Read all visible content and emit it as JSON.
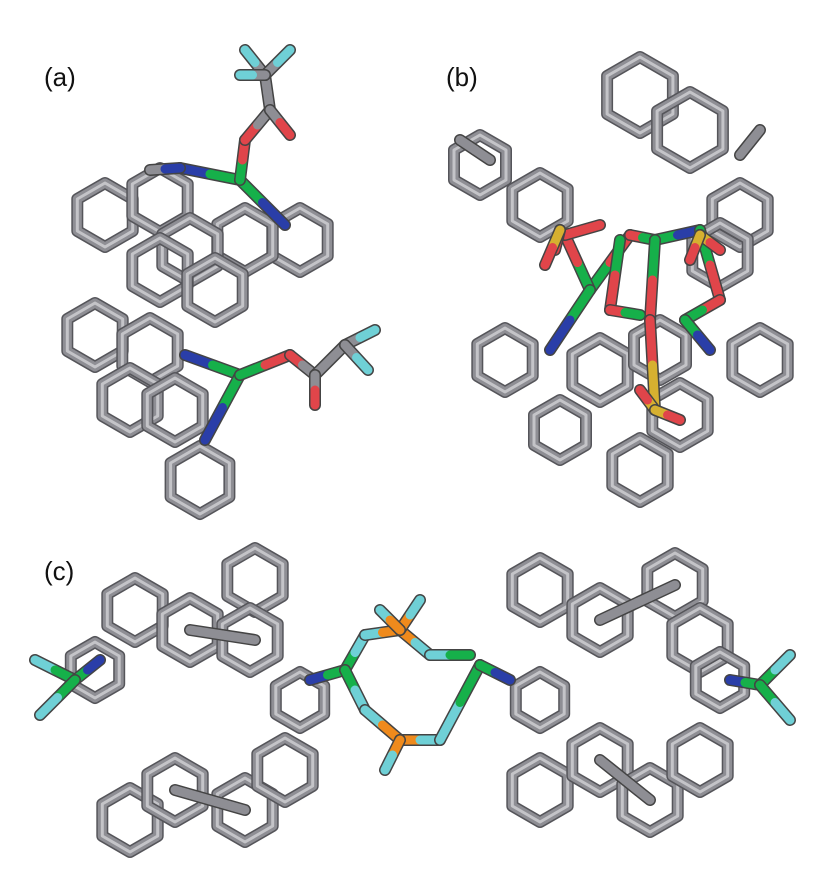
{
  "panels": [
    {
      "label": "(a)"
    },
    {
      "label": "(b)"
    },
    {
      "label": "(c)"
    }
  ],
  "atom_colors": {
    "carbon": "#8e8e94",
    "carbon_highlight": "#c4c4c8",
    "nitrogen": "#2a3ea8",
    "metal_green": "#16b04a",
    "oxygen": "#e0454a",
    "fluorine": "#6fd0d6",
    "sulfur": "#d6b030",
    "phosphorus": "#ef8a1c"
  }
}
